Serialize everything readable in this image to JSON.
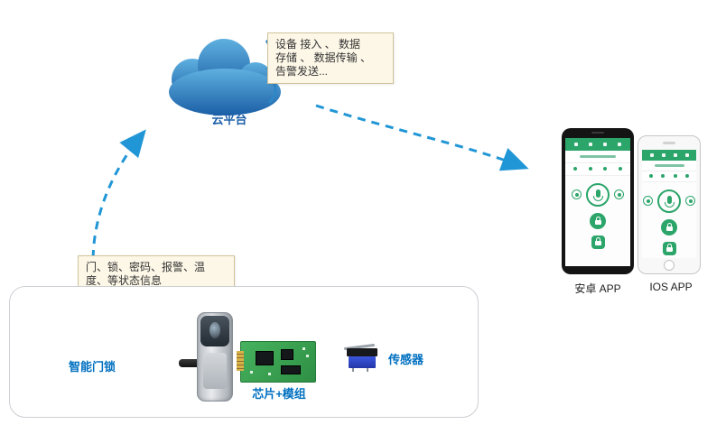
{
  "cloud": {
    "label": "云平台",
    "note": "设备 接入 、 数据\n存储 、 数据传输 、\n告警发送..."
  },
  "status_note": "门、锁、密码、报警、温\n度、等状态信息",
  "device_box": {
    "lock_label": "智能门锁",
    "module_label": "芯片+模组",
    "sensor_label": "传感器"
  },
  "phones": {
    "android_label": "安卓 APP",
    "ios_label": "IOS APP"
  },
  "icons": {
    "cloud": "cloud-icon",
    "mic": "mic-icon",
    "lock": "lock-icon"
  },
  "colors": {
    "arrow_blue": "#2196D6",
    "label_blue": "#0070C0",
    "app_green": "#2BA56A",
    "cloud_dark": "#1B5FA6",
    "cloud_light": "#5FB0E0",
    "note_bg": "#FDF7E7",
    "note_border": "#CFC39B"
  }
}
